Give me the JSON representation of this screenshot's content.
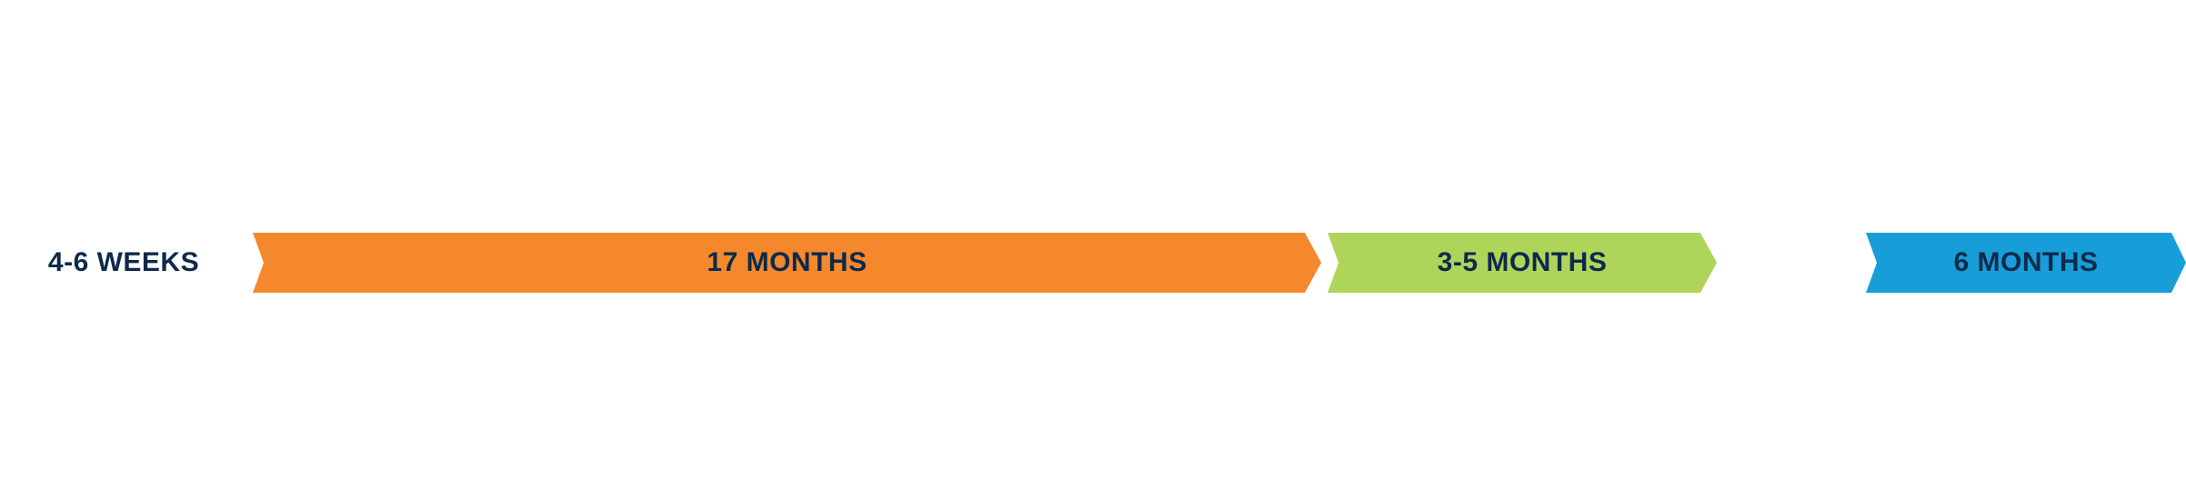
{
  "timeline": {
    "lead_label": "4-6 WEEKS",
    "phases": [
      {
        "label": "17 MONTHS",
        "color": "#f5882d"
      },
      {
        "label": "3-5 MONTHS",
        "color": "#afd45a"
      },
      {
        "label": "6 MONTHS",
        "color": "#179ed9"
      }
    ]
  }
}
